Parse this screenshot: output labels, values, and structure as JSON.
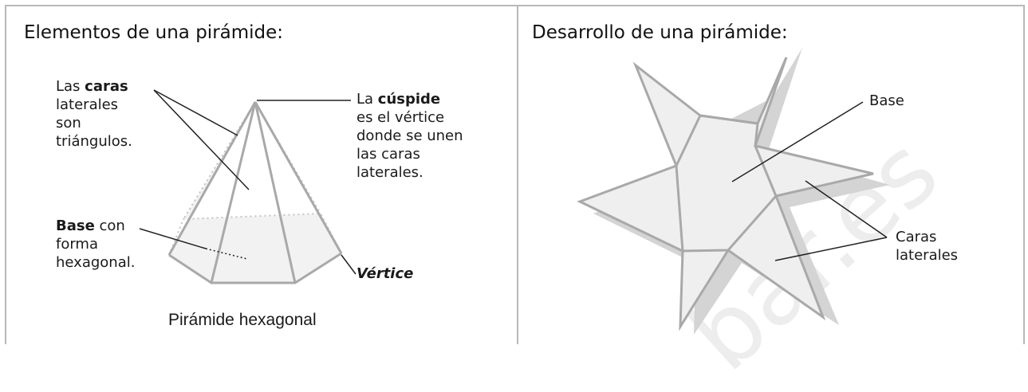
{
  "left_panel": {
    "title": "Elementos de una pirámide:",
    "caras": {
      "pre": "Las ",
      "bold": "caras",
      "l2": "laterales",
      "l3": "son",
      "l4": "triángulos."
    },
    "base": {
      "bold": "Base",
      "post": " con",
      "l2": "forma",
      "l3": "hexagonal."
    },
    "cuspide": {
      "pre": "La ",
      "bold": "cúspide",
      "l2": "es el vértice",
      "l3": "donde se unen",
      "l4": "las caras",
      "l5": "laterales."
    },
    "vertice": "Vértice",
    "caption": "Pirámide hexagonal"
  },
  "right_panel": {
    "title": "Desarrollo de una pirámide:",
    "base_label": "Base",
    "caras_l1": "Caras",
    "caras_l2": "laterales"
  },
  "watermark": "bar.es",
  "colors": {
    "face_fill": "#f2f2f2",
    "edge": "#a9a9a9",
    "shadow": "#cfcfcf",
    "border": "#b9b9b9",
    "leader": "#222222"
  }
}
